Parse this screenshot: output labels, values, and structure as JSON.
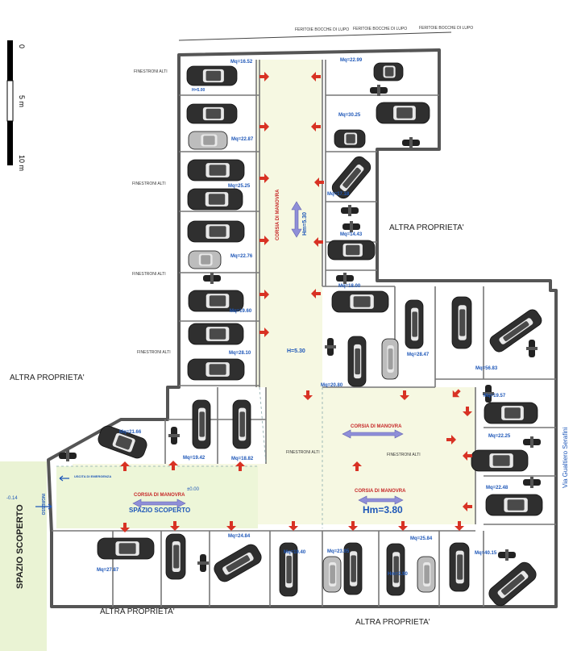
{
  "scale_bar": {
    "ticks": [
      "0",
      "5 m",
      "10 m"
    ]
  },
  "vents_top": [
    "FERITOIE BOCCHE DI LUPO",
    "FERITOIE BOCCHE DI LUPO",
    "FERITOIE BOCCHE DI LUPO"
  ],
  "windows_label": "FINESTRONI ALTI",
  "neighbor_label": "ALTRA PROPRIETA'",
  "open_space_side": "SPAZIO SCOPERTO",
  "open_space_inner": "SPAZIO SCOPERTO",
  "aisle_label": "CORSIA DI MANOVRA",
  "heights": {
    "vertical_aisle": "Hm=5.30",
    "lower_aisle": "Hm=3.80",
    "mid": "H=5.30",
    "top": "H=5.00",
    "bottom_right": "Hm=3.90"
  },
  "street": "Via Gualtiero Serafini",
  "emergency_exit": "USCITA DI EMERGENZA",
  "entrance": "INGRESSO",
  "elevations": {
    "level": "±0.00",
    "outside": "-0.14"
  },
  "areas": {
    "a1": "Mq=16.52",
    "a2": "Mq=22.99",
    "a3": "Mq=30.25",
    "a4": "Mq=22.87",
    "a5": "Mq=25.25",
    "a6": "Mq=17.18",
    "a7": "Mq=22.76",
    "a8": "Mq=14.43",
    "a9": "Mq=18.00",
    "a10": "Mq=19.60",
    "a11": "Mq=28.10",
    "a12": "Mq=28.47",
    "a13": "Mq=20.80",
    "a14": "Mq=56.83",
    "a15": "Mq=19.57",
    "a16": "Mq=21.66",
    "a17": "Mq=19.42",
    "a18": "Mq=18.82",
    "a19": "Mq=22.25",
    "a20": "Mq=22.48",
    "a21": "Mq=27.87",
    "a22": "Mq=24.84",
    "a23": "Mq=19.40",
    "a24": "Mq=23.05",
    "a25": "Mq=25.84",
    "a26": "Mq=40.15"
  },
  "colors": {
    "wall": "#555555",
    "floor": "#f6f8e2",
    "open": "#edf6d8",
    "dim": "#1e57b8",
    "arrow": "#d83224",
    "car": "#2f2f2f",
    "car_light": "#bdbdbd"
  }
}
